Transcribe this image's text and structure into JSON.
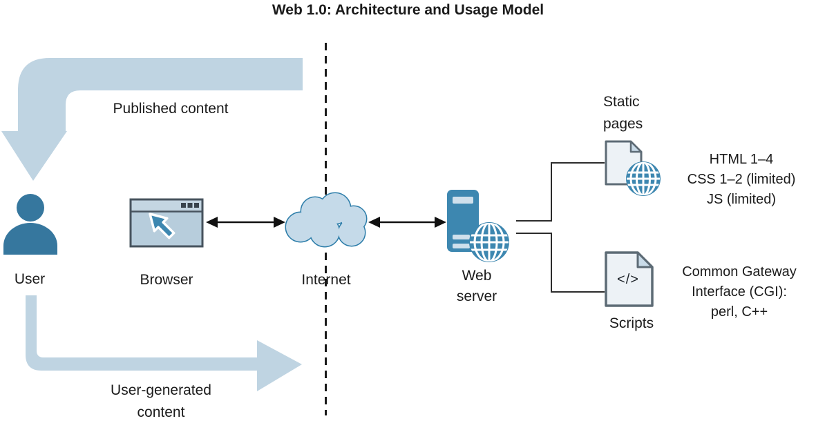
{
  "title": "Web 1.0: Architecture and Usage Model",
  "nodes": {
    "user": {
      "label": "User",
      "icon": "person-icon"
    },
    "browser": {
      "label": "Browser",
      "icon": "browser-window-icon"
    },
    "internet": {
      "label": "Internet",
      "icon": "cloud-icon"
    },
    "web_server": {
      "label": "Web server",
      "icon": "server-tower-globe-icon"
    }
  },
  "flows": {
    "published": {
      "label": "Published content"
    },
    "user_generated": {
      "label": "User-generated content"
    }
  },
  "outputs": {
    "static_pages": {
      "label": "Static pages",
      "icon": "document-globe-icon",
      "tech": "HTML 1–4\nCSS 1–2 (limited)\nJS (limited)"
    },
    "scripts": {
      "label": "Scripts",
      "icon": "document-code-icon",
      "glyph": "</>",
      "tech": "Common Gateway\nInterface (CGI):\nperl, C++"
    }
  },
  "colors": {
    "flow_arrow": "#bfd4e2",
    "steel_blue": "#3d87b0",
    "steel_blue_dark": "#36779e",
    "cloud_fill": "#c5dae9",
    "cloud_stroke": "#2e7eaa",
    "browser_fill": "#b7cddc",
    "browser_titlebar": "#c4d6e2",
    "browser_frame": "#47535e",
    "doc_fill": "#edf2f6",
    "doc_border": "#5d6b75",
    "doc_fold": "#c9dbe8",
    "text": "#1b1b1b",
    "line": "#111111"
  }
}
